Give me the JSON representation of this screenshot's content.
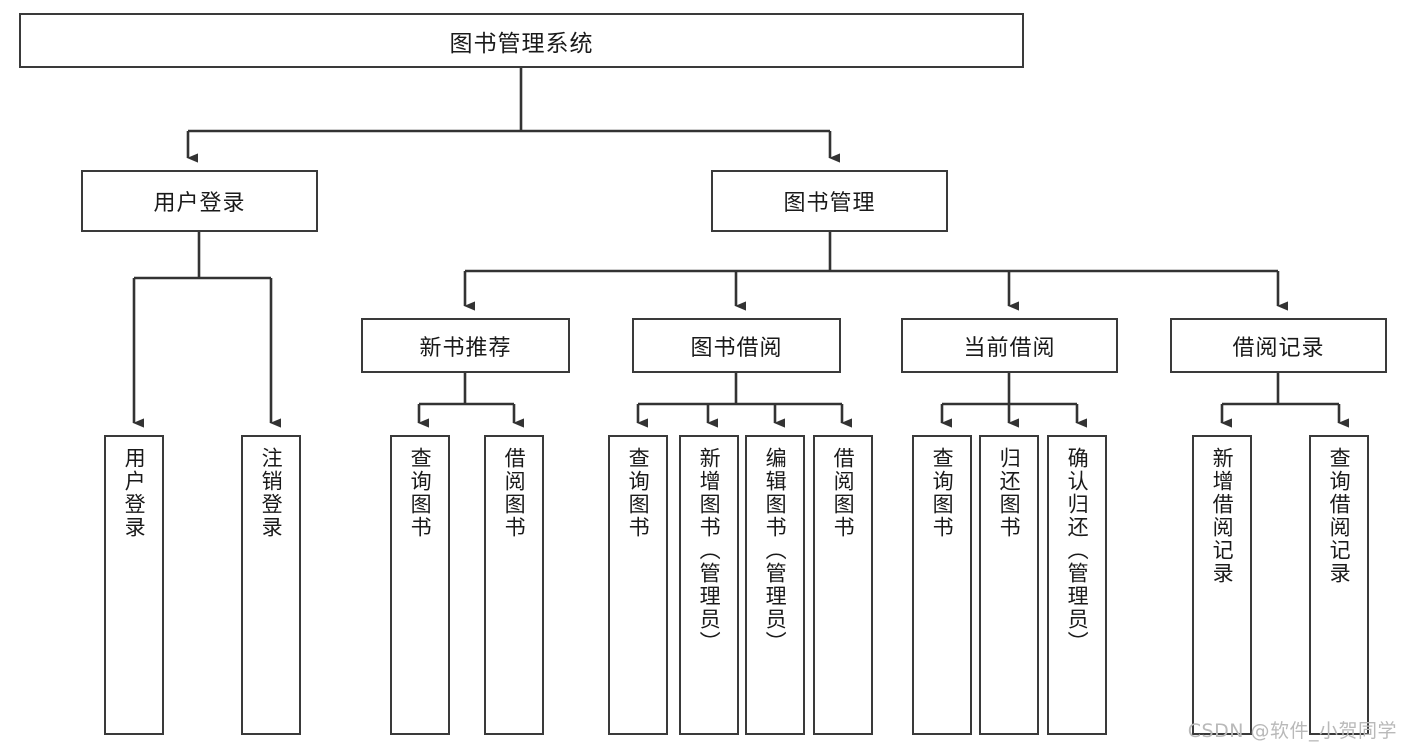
{
  "diagram": {
    "type": "tree",
    "title_node": {
      "label": "图书管理系统"
    },
    "level2": [
      {
        "label": "用户登录"
      },
      {
        "label": "图书管理"
      }
    ],
    "level3": [
      {
        "label": "新书推荐"
      },
      {
        "label": "图书借阅"
      },
      {
        "label": "当前借阅"
      },
      {
        "label": "借阅记录"
      }
    ],
    "leaves": {
      "user_login": [
        {
          "label": "用户登录"
        },
        {
          "label": "注销登录"
        }
      ],
      "new_book_recommend": [
        {
          "label": "查询图书"
        },
        {
          "label": "借阅图书"
        }
      ],
      "book_borrow": [
        {
          "label": "查询图书"
        },
        {
          "label": "新增图书（管理员）"
        },
        {
          "label": "编辑图书（管理员）"
        },
        {
          "label": "借阅图书"
        }
      ],
      "current_borrow": [
        {
          "label": "查询图书"
        },
        {
          "label": "归还图书"
        },
        {
          "label": "确认归还（管理员）"
        }
      ],
      "borrow_record": [
        {
          "label": "新增借阅记录"
        },
        {
          "label": "查询借阅记录"
        }
      ]
    }
  },
  "watermark": {
    "text": "CSDN @软件_小贺同学"
  },
  "colors": {
    "box_border": "#3a3a3a",
    "box_fill": "#ffffff",
    "edge": "#333333",
    "text": "#1a1a1a",
    "watermark": "#b9b9b9"
  }
}
